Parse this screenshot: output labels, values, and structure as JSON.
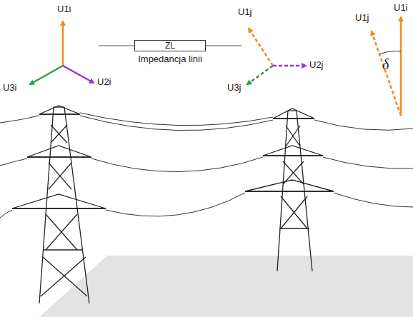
{
  "diagram": {
    "nodes": [
      {
        "text": [
          "ZL",
          "Impedancja linii"
        ]
      }
    ],
    "labels": [
      "U1i",
      "U2i",
      "U3i",
      "U1j",
      "U2j",
      "U3j",
      "U1j",
      "U1i",
      "δ"
    ]
  }
}
